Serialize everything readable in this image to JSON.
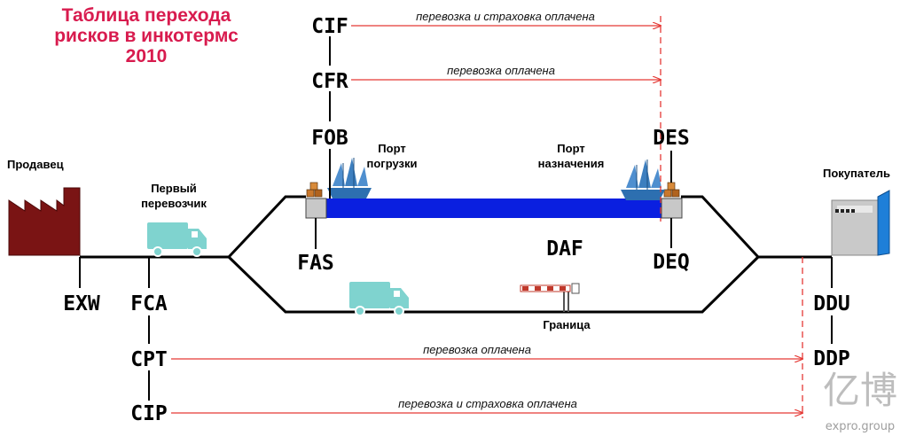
{
  "title": {
    "line1": "Таблица перехода",
    "line2": "рисков в инкотермс",
    "line3": "2010"
  },
  "parties": {
    "seller": "Продавец",
    "buyer": "Покупатель",
    "first_carrier_line1": "Первый",
    "first_carrier_line2": "перевозчик"
  },
  "ports": {
    "loading_line1": "Порт",
    "loading_line2": "погрузки",
    "destination_line1": "Порт",
    "destination_line2": "назначения"
  },
  "border": "Граница",
  "terms": {
    "exw": "EXW",
    "fca": "FCA",
    "cpt": "CPT",
    "cip": "CIP",
    "fas": "FAS",
    "fob": "FOB",
    "cfr": "CFR",
    "cif": "CIF",
    "des": "DES",
    "deq": "DEQ",
    "daf": "DAF",
    "ddu": "DDU",
    "ddp": "DDP"
  },
  "arrows": {
    "cif": "перевозка и страховка оплачена",
    "cfr": "перевозка оплачена",
    "cpt": "перевозка оплачена",
    "cip": "перевозка и страховка оплачена"
  },
  "watermark": {
    "chars": "亿博",
    "site": "expro.group"
  },
  "colors": {
    "title": "#d81b4e",
    "arrow": "#e53935",
    "sea": "#0a1fe0",
    "truck": "#7fd3cf",
    "factory": "#7a1414",
    "ship": "#2d6fb0"
  }
}
